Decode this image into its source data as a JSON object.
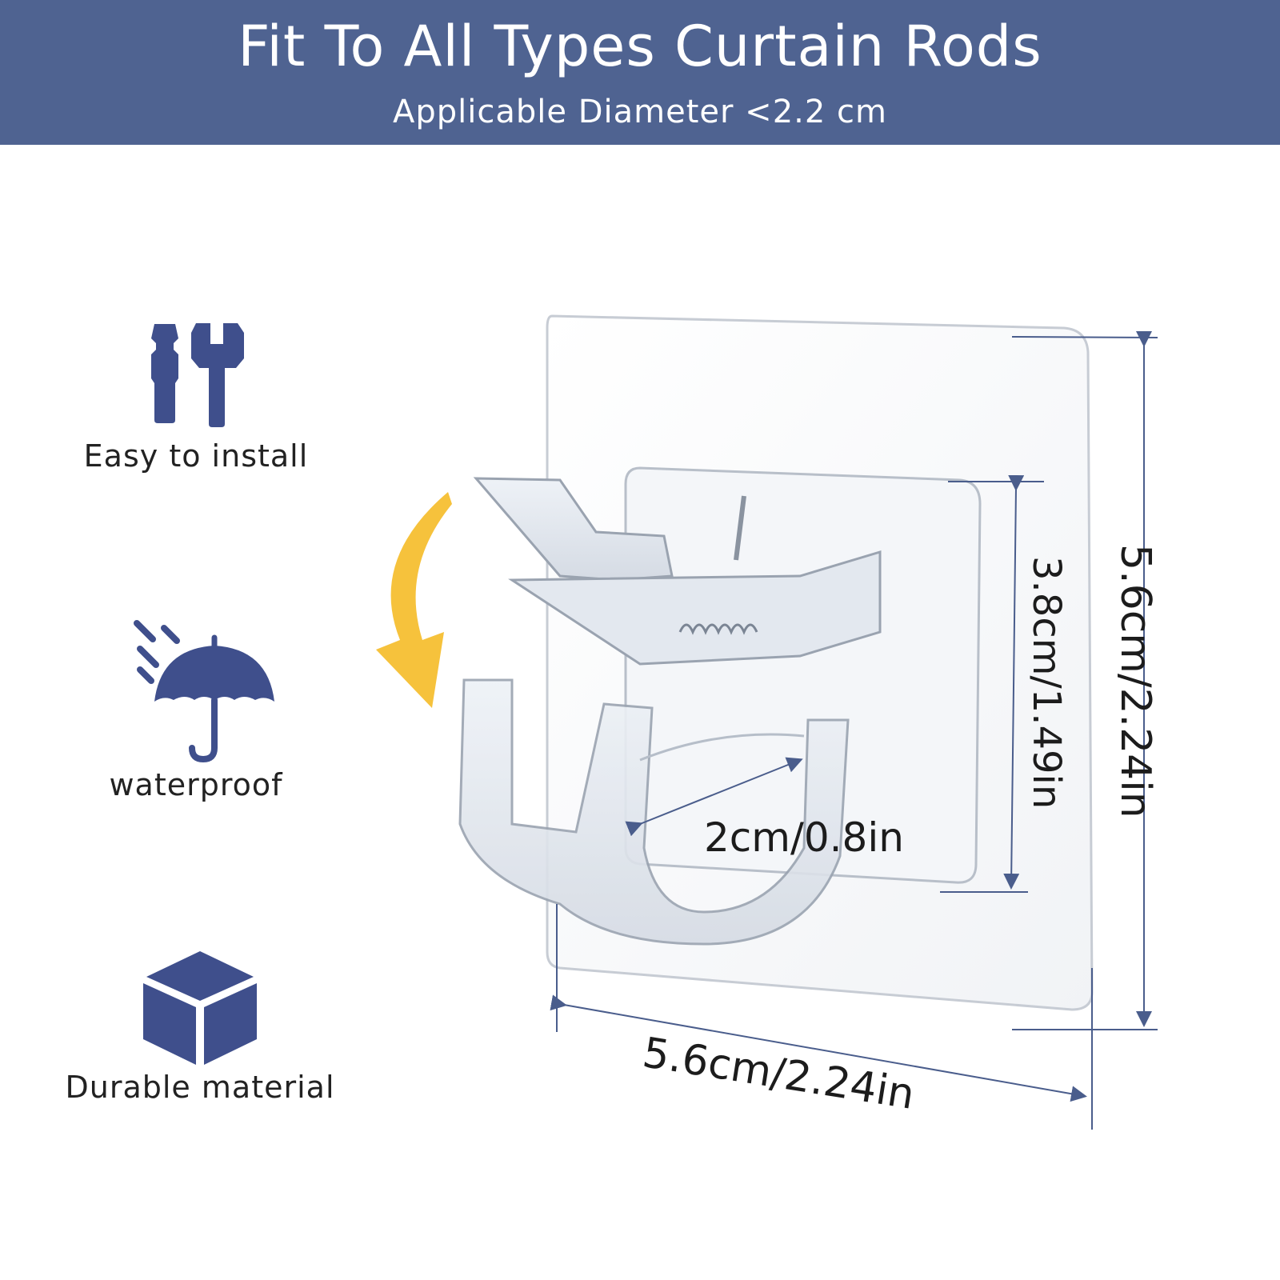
{
  "banner": {
    "title": "Fit To All Types Curtain Rods",
    "subtitle": "Applicable Diameter <2.2 cm"
  },
  "features": [
    {
      "icon": "tools-icon",
      "label": "Easy to install"
    },
    {
      "icon": "umbrella-icon",
      "label": "waterproof"
    },
    {
      "icon": "cube-icon",
      "label": "Durable material"
    }
  ],
  "dimensions": {
    "width": "5.6cm/2.24in",
    "height": "5.6cm/2.24in",
    "inner_height": "3.8cm/1.49in",
    "hook_opening": "2cm/0.8in"
  },
  "colors": {
    "banner": "#4f6391",
    "icon": "#3f4f8c",
    "arrow": "#f6c23c",
    "dimension_line": "#4a5d8c"
  }
}
